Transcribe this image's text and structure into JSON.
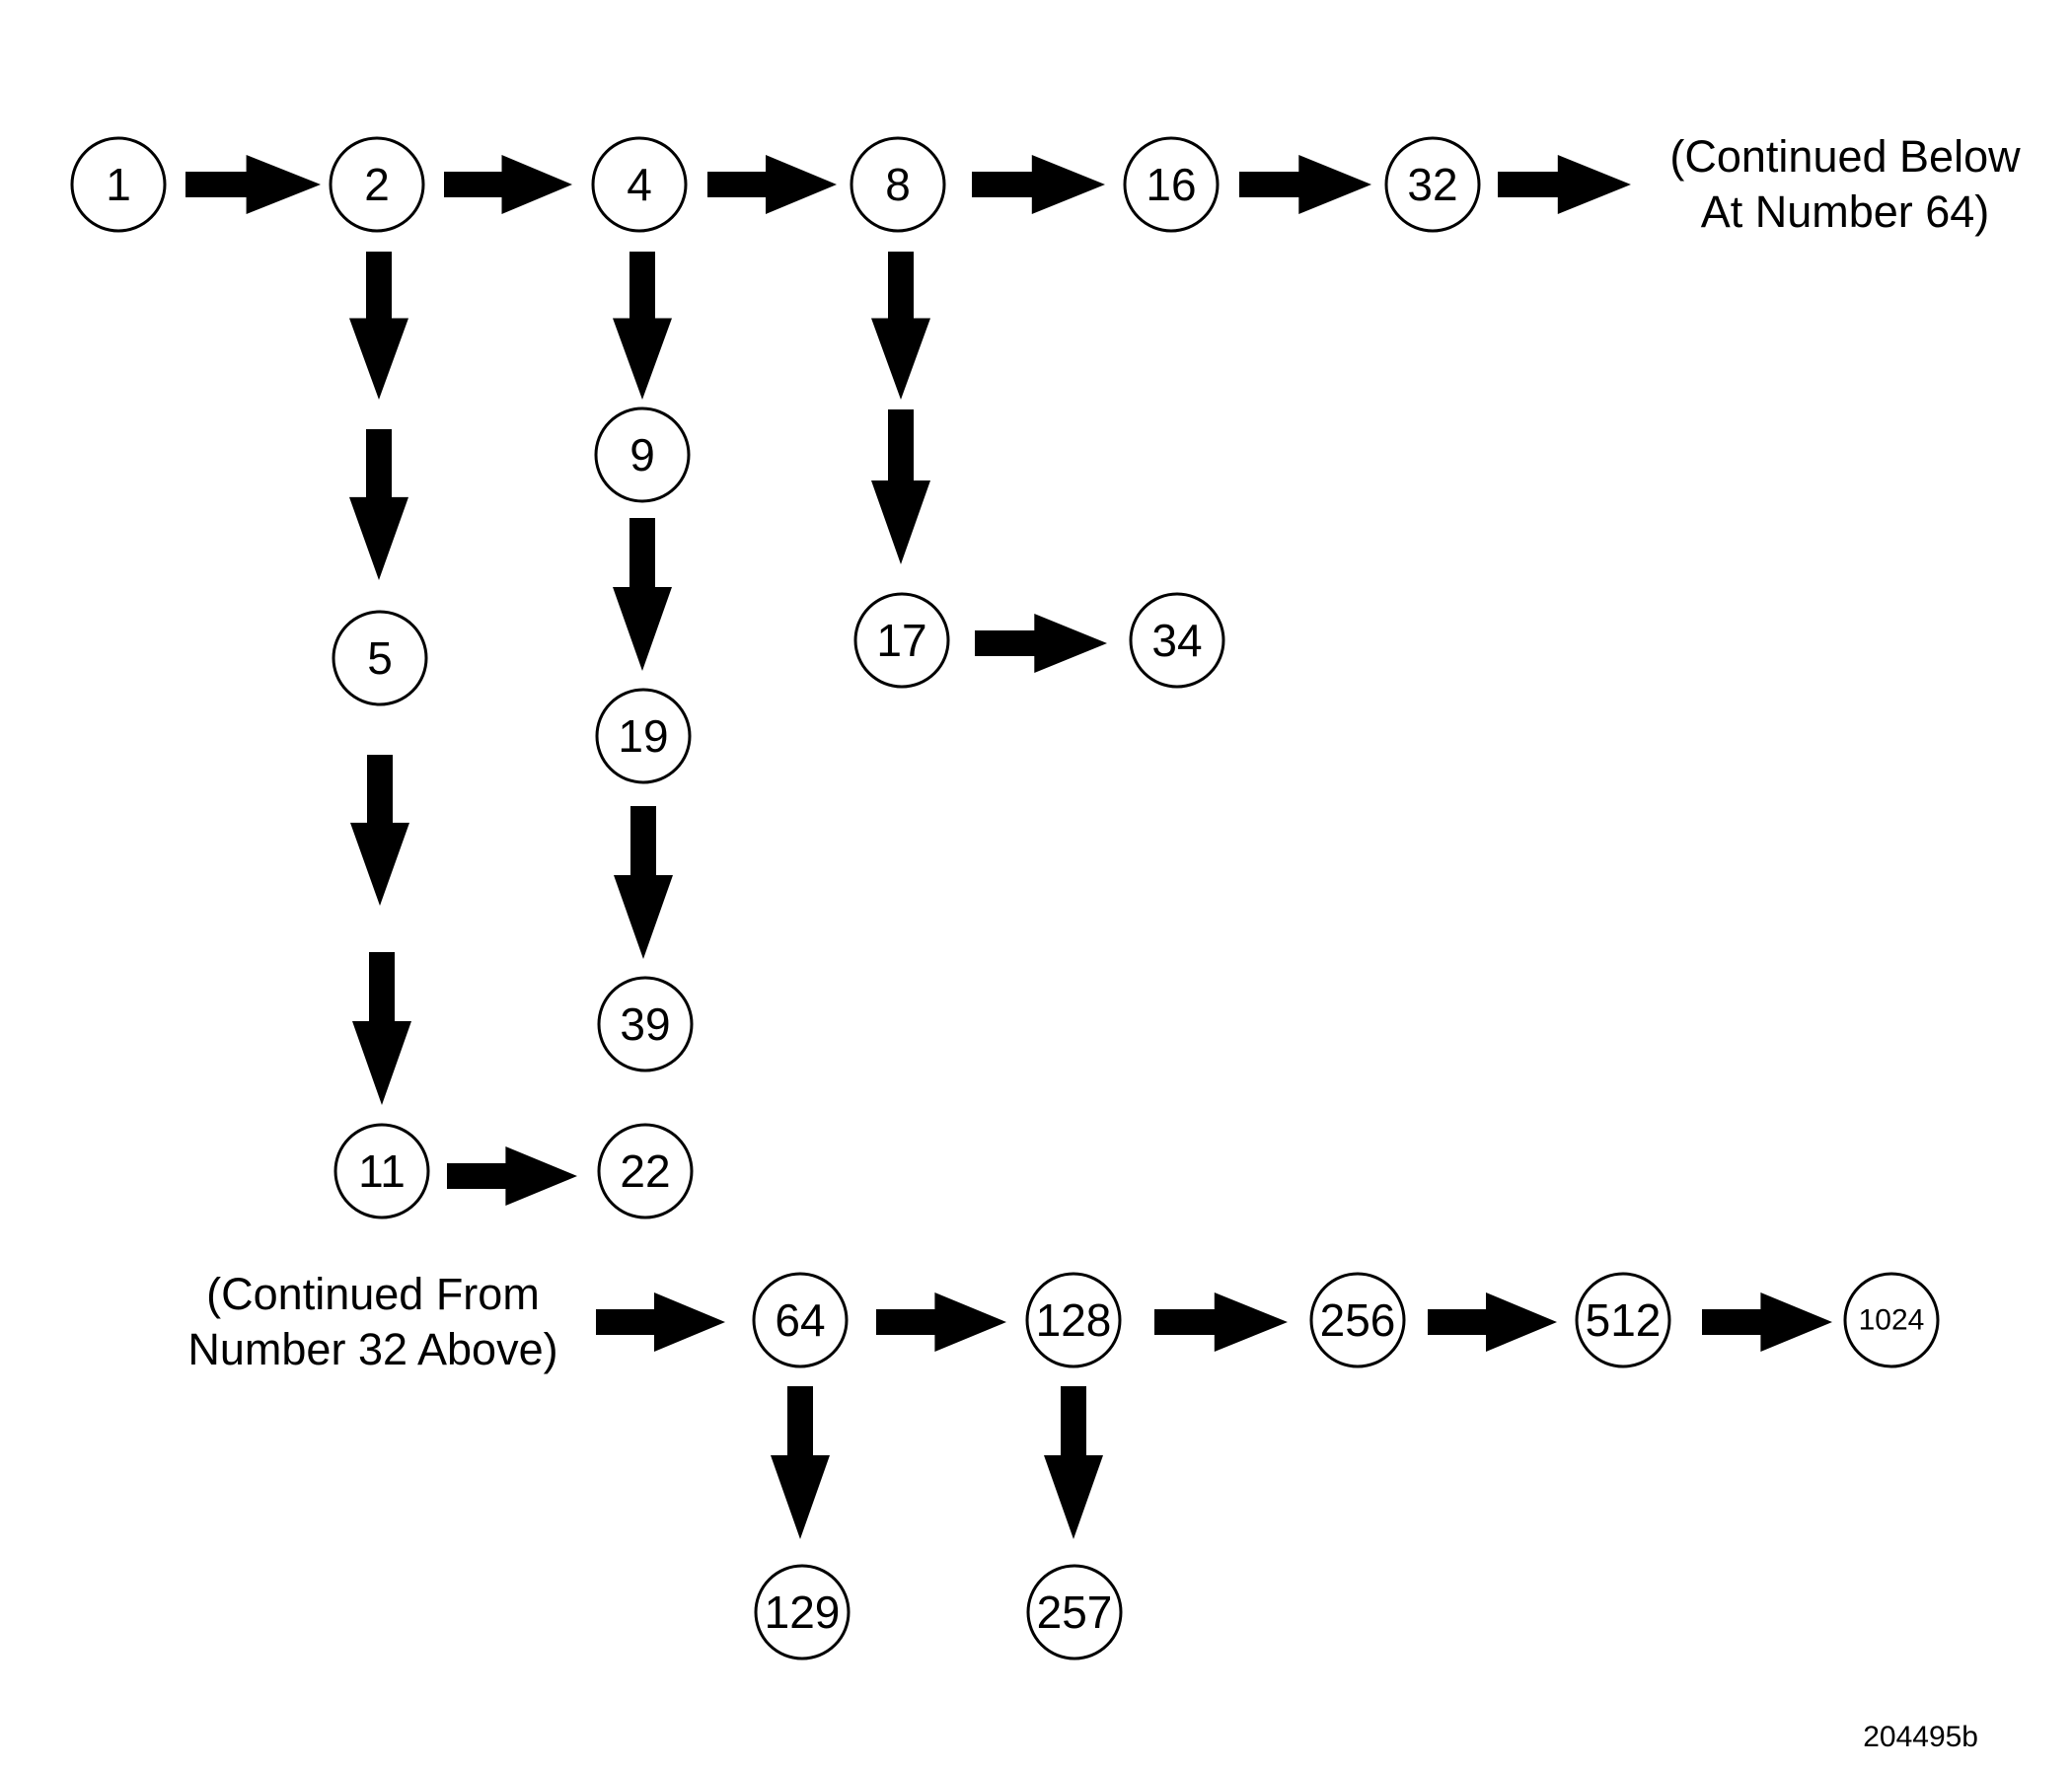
{
  "nodes": [
    {
      "id": "n1",
      "label": "1"
    },
    {
      "id": "n2",
      "label": "2"
    },
    {
      "id": "n4",
      "label": "4"
    },
    {
      "id": "n8",
      "label": "8"
    },
    {
      "id": "n16",
      "label": "16"
    },
    {
      "id": "n32",
      "label": "32"
    },
    {
      "id": "n5",
      "label": "5"
    },
    {
      "id": "n11",
      "label": "11"
    },
    {
      "id": "n22",
      "label": "22"
    },
    {
      "id": "n9",
      "label": "9"
    },
    {
      "id": "n19",
      "label": "19"
    },
    {
      "id": "n39",
      "label": "39"
    },
    {
      "id": "n17",
      "label": "17"
    },
    {
      "id": "n34",
      "label": "34"
    },
    {
      "id": "n64",
      "label": "64"
    },
    {
      "id": "n128",
      "label": "128"
    },
    {
      "id": "n256",
      "label": "256"
    },
    {
      "id": "n512",
      "label": "512"
    },
    {
      "id": "n1024",
      "label": "1024"
    },
    {
      "id": "n129",
      "label": "129"
    },
    {
      "id": "n257",
      "label": "257"
    }
  ],
  "edges": [
    {
      "from": "n1",
      "to": "n2"
    },
    {
      "from": "n2",
      "to": "n4"
    },
    {
      "from": "n4",
      "to": "n8"
    },
    {
      "from": "n8",
      "to": "n16"
    },
    {
      "from": "n16",
      "to": "n32"
    },
    {
      "from": "n32",
      "to": "note_top"
    },
    {
      "from": "n2",
      "to": "n5"
    },
    {
      "from": "n5",
      "to": "n11"
    },
    {
      "from": "n11",
      "to": "n22"
    },
    {
      "from": "n4",
      "to": "n9"
    },
    {
      "from": "n9",
      "to": "n19"
    },
    {
      "from": "n19",
      "to": "n39"
    },
    {
      "from": "n8",
      "to": "n17"
    },
    {
      "from": "n17",
      "to": "n34"
    },
    {
      "from": "note_bottom",
      "to": "n64"
    },
    {
      "from": "n64",
      "to": "n128"
    },
    {
      "from": "n128",
      "to": "n256"
    },
    {
      "from": "n256",
      "to": "n512"
    },
    {
      "from": "n512",
      "to": "n1024"
    },
    {
      "from": "n64",
      "to": "n129"
    },
    {
      "from": "n128",
      "to": "n257"
    }
  ],
  "notes": {
    "top": [
      "(Continued Below",
      "At Number 64)"
    ],
    "bottom": [
      "(Continued From",
      "Number 32 Above)"
    ]
  },
  "figure_id": "204495b"
}
